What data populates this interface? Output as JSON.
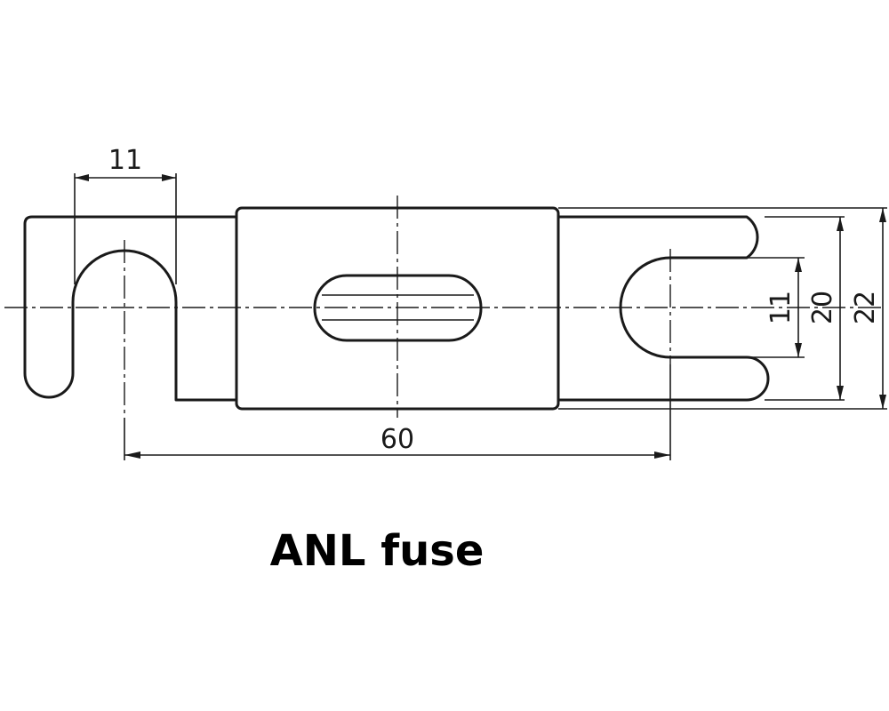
{
  "caption": "ANL fuse",
  "dimensions": {
    "tab_slot_width": "11",
    "hole_spacing": "60",
    "slot_width": "11",
    "slot_outer_width": "20",
    "total_height": "22"
  }
}
